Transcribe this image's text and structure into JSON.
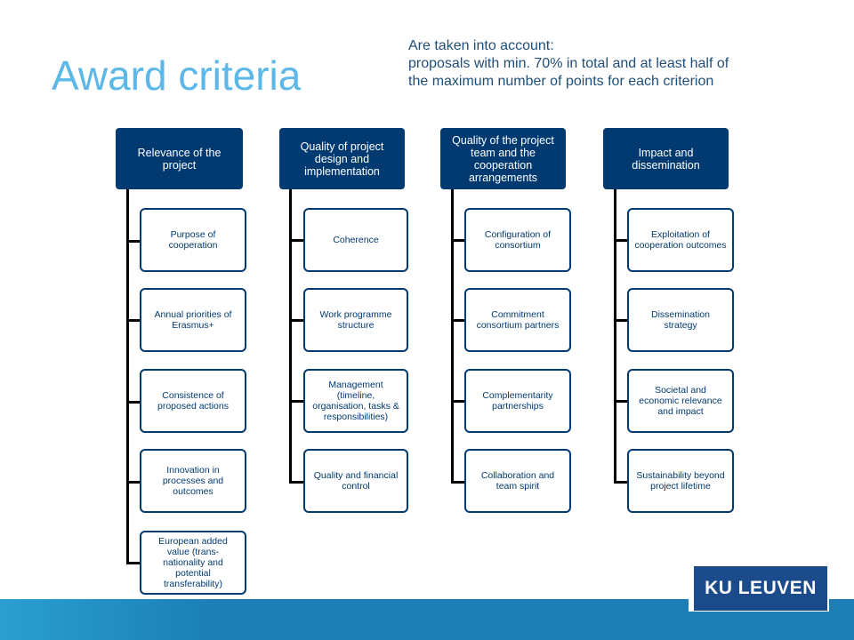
{
  "slide": {
    "title": "Award criteria",
    "note": [
      "Are taken into account:",
      "proposals with min. 70% in total and at least half of",
      "the maximum number of points for each criterion"
    ],
    "logo_text": "KU LEUVEN"
  },
  "colors": {
    "title": "#5bb8e8",
    "header_fill": "#003a70",
    "box_border": "#003a70",
    "footer": "#1b7fb5",
    "logo": "#1b4b8a"
  },
  "criteria": [
    {
      "header": "Relevance of the project",
      "items": [
        "Purpose of cooperation",
        "Annual priorities of Erasmus+",
        "Consistence of proposed actions",
        "Innovation in processes and outcomes",
        "European added value (trans-nationality and potential transferability)"
      ]
    },
    {
      "header": "Quality of project design and implementation",
      "items": [
        "Coherence",
        "Work programme structure",
        "Management (timeline, organisation, tasks & responsibilities)",
        "Quality and financial control"
      ]
    },
    {
      "header": "Quality of the project team and the cooperation arrangements",
      "items": [
        "Configuration of consortium",
        "Commitment consortium partners",
        "Complementarity partnerships",
        "Collaboration and team spirit"
      ]
    },
    {
      "header": "Impact and dissemination",
      "items": [
        "Exploitation of cooperation outcomes",
        "Dissemination strategy",
        "Societal and economic relevance and impact",
        "Sustainability beyond project lifetime"
      ]
    }
  ]
}
